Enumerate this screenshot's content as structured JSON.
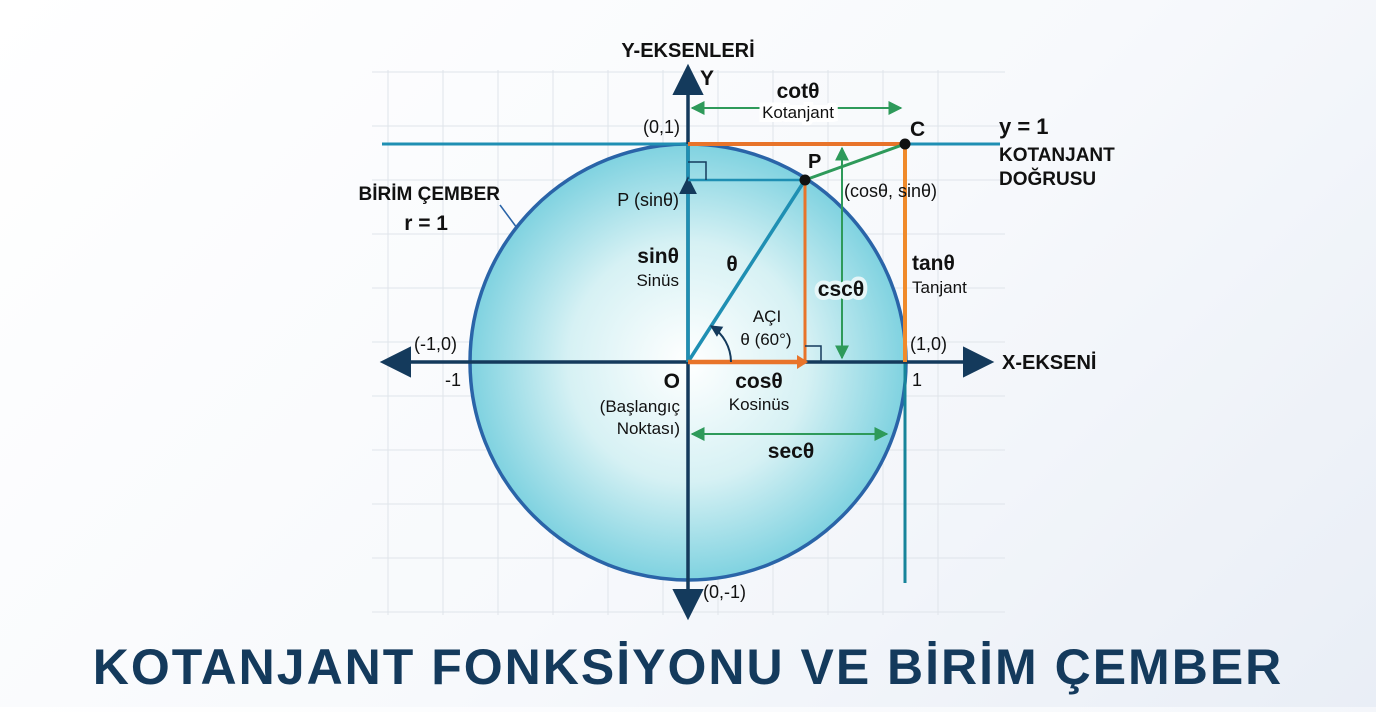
{
  "title": "KOTANJANT FONKSİYONU VE BİRİM ÇEMBER",
  "y_axis_title": "Y-EKSENLERİ",
  "y_axis_letter": "Y",
  "x_axis_title": "X-EKSENİ",
  "circle_label": "BİRİM ÇEMBER",
  "radius_label": "r = 1",
  "line_label": "y = 1",
  "line_name": "KOTANJANT DOĞRUSU",
  "line_name_1": "KOTANJANT",
  "line_name_2": "DOĞRUSU",
  "coords": {
    "top": "(0,1)",
    "left": "(-1,0)",
    "right": "(1,0)",
    "bottom": "(0,-1)",
    "left_tick": "-1",
    "right_tick": "1"
  },
  "origin": {
    "letter": "O",
    "desc1": "(Başlangıç",
    "desc2": "Noktası)"
  },
  "point_c": "C",
  "point_p": "P",
  "point_p_coords": "(cosθ, sinθ)",
  "p_sin_label": "P (sinθ)",
  "cot": {
    "symbol": "cotθ",
    "name": "Kotanjant"
  },
  "sin": {
    "symbol": "sinθ",
    "name": "Sinüs"
  },
  "cos": {
    "symbol": "cosθ",
    "name": "Kosinüs"
  },
  "tan": {
    "symbol": "tanθ",
    "name": "Tanjant"
  },
  "csc": {
    "symbol": "cscθ"
  },
  "sec": {
    "symbol": "secθ"
  },
  "theta": "θ",
  "angle": {
    "title": "AÇI",
    "value": "θ (60°)"
  },
  "colors": {
    "axis": "#143a5c",
    "circle": "#2a64a8",
    "teal": "#1f8fb3",
    "orange": "#e8742a",
    "green": "#2e9a5a",
    "darkteal": "#17849a"
  }
}
